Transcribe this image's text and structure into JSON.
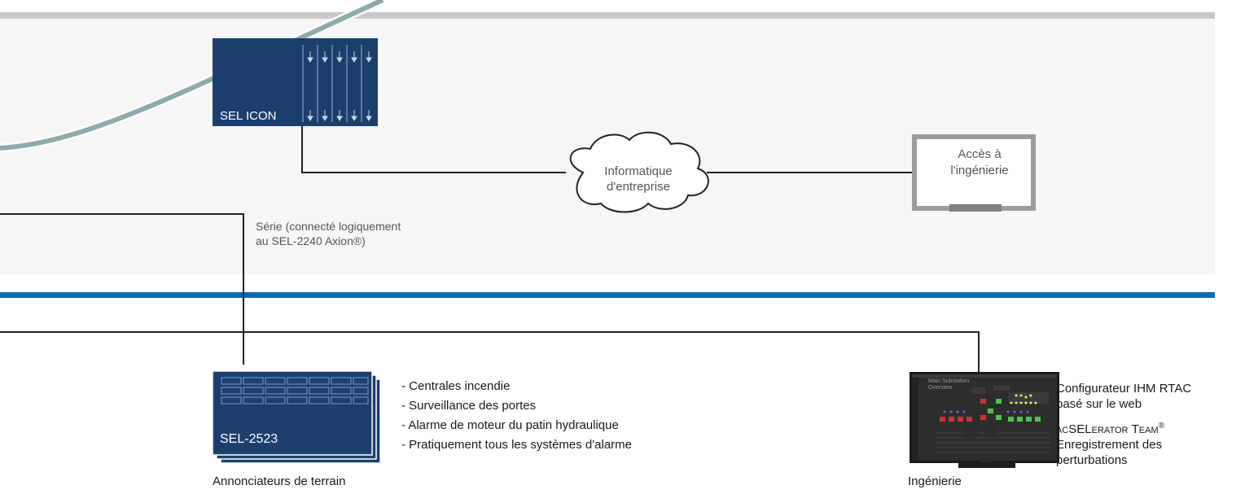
{
  "colors": {
    "grey_bar": "#c8c8ca",
    "blue_bar": "#0d6bb2",
    "device_blue": "#1c3f6e",
    "teal_link": "#8fa9ac",
    "upper_zone": "#f6f6f7"
  },
  "sel_icon": {
    "label": "SEL ICON",
    "icon": "downward-arrow-ports-icon"
  },
  "cloud": {
    "line1": "Informatique",
    "line2": "d'entreprise",
    "icon": "cloud-icon"
  },
  "engineering_access": {
    "line1": "Accès à",
    "line2": "l'ingénierie",
    "icon": "monitor-icon"
  },
  "serial_note": {
    "line1": "Série (connecté logiquement",
    "line2": "au SEL-2240 Axion®)"
  },
  "annunciator": {
    "label": "SEL-2523",
    "caption": "Annonciateurs de terrain",
    "items": [
      "Centrales incendie",
      "Surveillance des portes",
      "Alarme de moteur du patin hydraulique",
      "Pratiquement tous les systèmes d'alarme"
    ]
  },
  "engineering": {
    "caption": "Ingénierie",
    "screen_title_1": "Main Substation",
    "screen_title_2": "Overview",
    "line1": "Configurateur IHM RTAC",
    "line2": "basé sur le web",
    "product_prefix": "ac",
    "product_sel": "SEL",
    "product_erator": "erator",
    "product_team": "Team",
    "product_reg": "®",
    "line4": "Enregistrement des",
    "line5": "perturbations"
  }
}
